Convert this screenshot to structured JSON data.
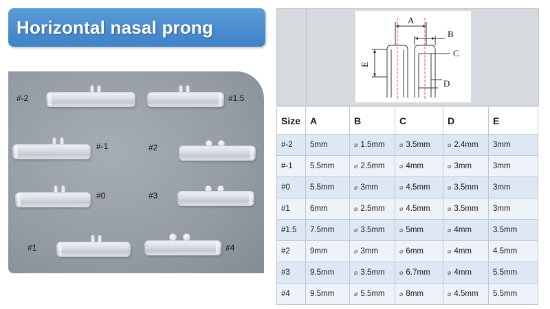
{
  "title": "Horizontal nasal prong",
  "diagram": {
    "labels": [
      "A",
      "B",
      "C",
      "D",
      "E"
    ]
  },
  "table": {
    "headers": [
      "Size",
      "A",
      "B",
      "C",
      "D",
      "E"
    ],
    "diameter_symbol": "⌀",
    "rows": [
      {
        "size": "#-2",
        "a": "5mm",
        "b": "1.5mm",
        "c": "3.5mm",
        "d": "2.4mm",
        "e": "3mm"
      },
      {
        "size": "#-1",
        "a": "5.5mm",
        "b": "2.5mm",
        "c": "4mm",
        "d": "3mm",
        "e": "3mm"
      },
      {
        "size": "#0",
        "a": "5.5mm",
        "b": "3mm",
        "c": "4.5mm",
        "d": "3.5mm",
        "e": "3mm"
      },
      {
        "size": "#1",
        "a": "6mm",
        "b": "2.5mm",
        "c": "4.5mm",
        "d": "3.5mm",
        "e": "3mm"
      },
      {
        "size": "#1.5",
        "a": "7.5mm",
        "b": "3.5mm",
        "c": "5mm",
        "d": "4mm",
        "e": "3.5mm"
      },
      {
        "size": "#2",
        "a": "9mm",
        "b": "3mm",
        "c": "6mm",
        "d": "4mm",
        "e": "4.5mm"
      },
      {
        "size": "#3",
        "a": "9.5mm",
        "b": "3.5mm",
        "c": "6.7mm",
        "d": "4mm",
        "e": "5.5mm"
      },
      {
        "size": "#4",
        "a": "9.5mm",
        "b": "5.5mm",
        "c": "8mm",
        "d": "4.5mm",
        "e": "5.5mm"
      }
    ]
  },
  "photo": {
    "labels": {
      "m2": "#-2",
      "p15": "#1.5",
      "m1": "#-1",
      "p2": "#2",
      "p0": "#0",
      "p3": "#3",
      "p1": "#1",
      "p4": "#4"
    }
  }
}
